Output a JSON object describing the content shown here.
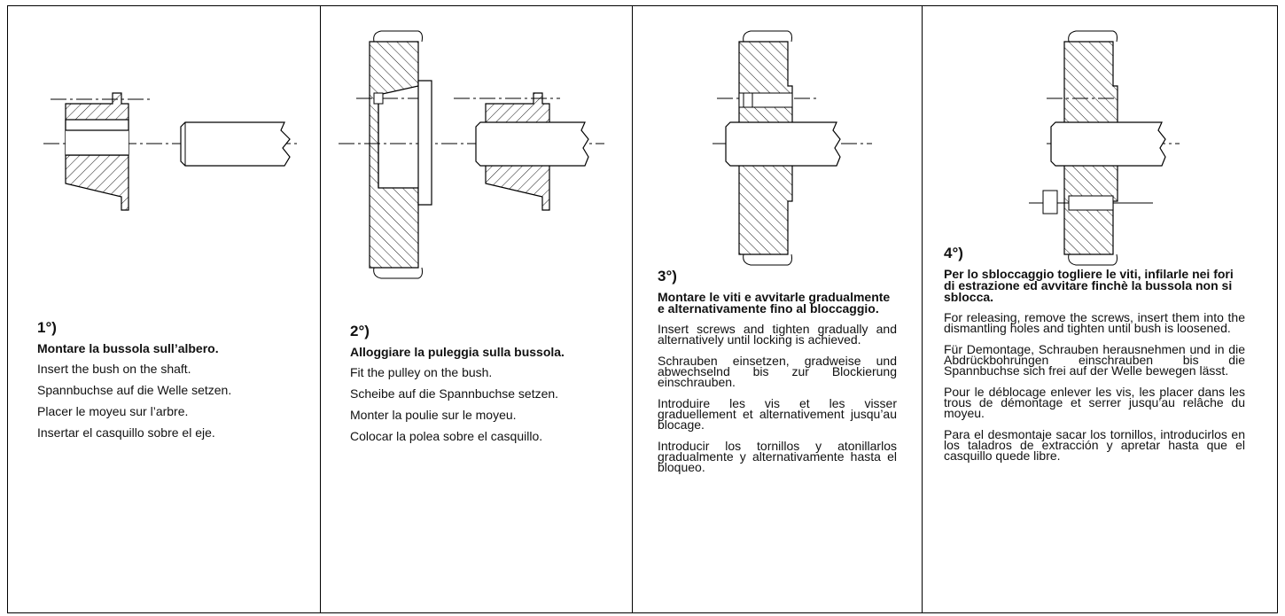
{
  "steps": [
    {
      "number": "1°)",
      "title": "Montare la bussola sull’albero.",
      "en": "Insert the bush on the shaft.",
      "de": "Spannbuchse auf die Welle setzen.",
      "fr": "Placer le moyeu sur l’arbre.",
      "es": "Insertar el casquillo sobre el eje."
    },
    {
      "number": "2°)",
      "title": "Alloggiare la puleggia sulla bussola.",
      "en": "Fit the pulley on the bush.",
      "de": "Scheibe auf die Spannbuchse setzen.",
      "fr": "Monter la poulie sur le moyeu.",
      "es": "Colocar la polea sobre el casquillo."
    },
    {
      "number": "3°)",
      "title": "Montare le viti e avvitarle gradualmente e alternativamente fino al bloccaggio.",
      "en": "Insert screws and tighten gradually and alternatively until locking is achieved.",
      "de": "Schrauben einsetzen, gradweise und abwechselnd bis zur Blockierung einschrauben.",
      "fr": "Introduire les vis et les visser graduellement et alternativement jusqu’au blocage.",
      "es": "Introducir los tornillos y atonillarlos gradualmente y alternativamente hasta el bloqueo."
    },
    {
      "number": "4°)",
      "title": "Per lo sbloccaggio togliere le viti, infilarle nei fori di estrazione ed avvitare finchè la bussola non si sblocca.",
      "en": "For releasing, remove the screws, insert them into the dismantling holes and tighten until bush is loosened.",
      "de": "Für Demontage, Schrauben herausnehmen und in die Abdrückbohrungen einschrauben bis die Spannbuchse sich frei auf der Welle bewegen lässt.",
      "fr": "Pour le déblocage enlever les vis, les placer dans les trous de démontage et serrer jusqu’au relâche du moyeu.",
      "es": "Para el desmontaje sacar los tornillos, introducirlos en los taladros de extracción y apretar hasta que el casquillo quede libre."
    }
  ]
}
